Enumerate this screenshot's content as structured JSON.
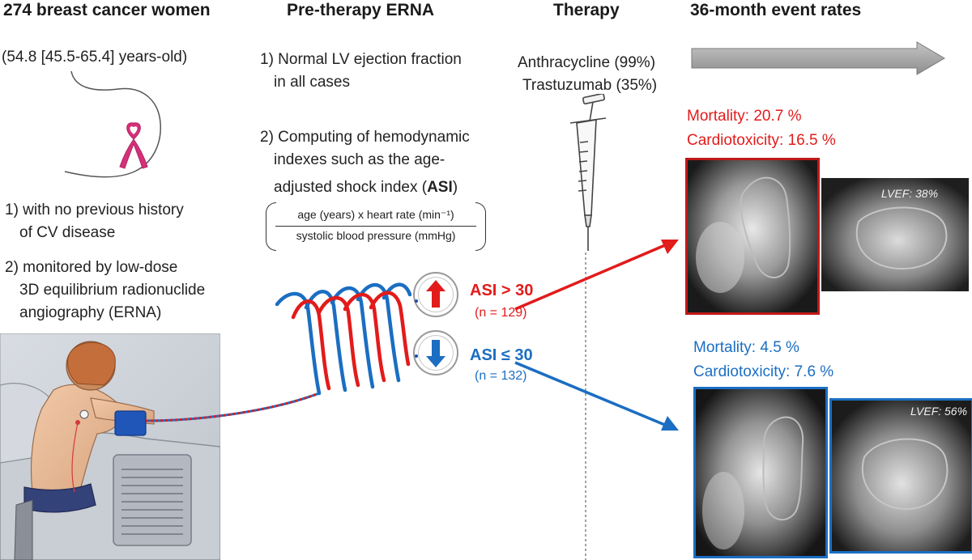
{
  "headers": {
    "col1": "274 breast cancer women",
    "col2": "Pre-therapy ERNA",
    "col3": "Therapy",
    "col4": "36-month event rates"
  },
  "population": {
    "age": "(54.8 [45.5-65.4] years-old)",
    "criteria1_line1": "1) with no previous history",
    "criteria1_line2": "of CV disease",
    "criteria2_line1": "2) monitored by low-dose",
    "criteria2_line2": "3D equilibrium radionuclide",
    "criteria2_line3": "angiography (ERNA)"
  },
  "erna": {
    "point1_line1": "1) Normal LV ejection fraction",
    "point1_line2": "in all cases",
    "point2_line1": "2) Computing of hemodynamic",
    "point2_line2": "indexes such as the age-",
    "point2_line3_pre": "adjusted shock index (",
    "point2_line3_bold": "ASI",
    "point2_line3_post": ")",
    "formula_numerator": "age (years) x heart rate (min⁻¹)",
    "formula_denominator": "systolic blood pressure (mmHg)"
  },
  "therapy": {
    "drug1": "Anthracycline (99%)",
    "drug2": "Trastuzumab (35%)"
  },
  "groups": {
    "high": {
      "label": "ASI > 30",
      "n": "(n = 129)",
      "mortality": "Mortality: 20.7 %",
      "cardiotoxicity": "Cardiotoxicity: 16.5 %",
      "lvef": "LVEF: 38%",
      "color": "#e21b1b"
    },
    "low": {
      "label": "ASI ≤ 30",
      "n": "(n = 132)",
      "mortality": "Mortality: 4.5 %",
      "cardiotoxicity": "Cardiotoxicity: 7.6 %",
      "lvef": "LVEF: 56%",
      "color": "#1b6ec2"
    }
  },
  "icons": {
    "ribbon": "breast-cancer-ribbon-icon",
    "syringe": "syringe-icon",
    "patient": "patient-illustration",
    "dial_up": "arrow-up-dial-icon",
    "dial_down": "arrow-down-dial-icon",
    "timeline_arrow": "timeline-arrow-icon"
  }
}
